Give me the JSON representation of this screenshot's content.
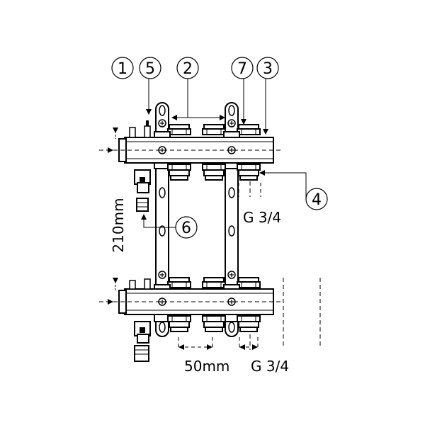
{
  "callouts": [
    {
      "id": "1",
      "label": "1"
    },
    {
      "id": "5",
      "label": "5"
    },
    {
      "id": "2",
      "label": "2"
    },
    {
      "id": "7",
      "label": "7"
    },
    {
      "id": "3",
      "label": "3"
    },
    {
      "id": "4",
      "label": "4"
    },
    {
      "id": "6",
      "label": "6"
    }
  ],
  "dimensions": {
    "height": "210mm",
    "spacing": "50mm",
    "thread_top": "G 3/4",
    "thread_bottom": "G 3/4"
  }
}
